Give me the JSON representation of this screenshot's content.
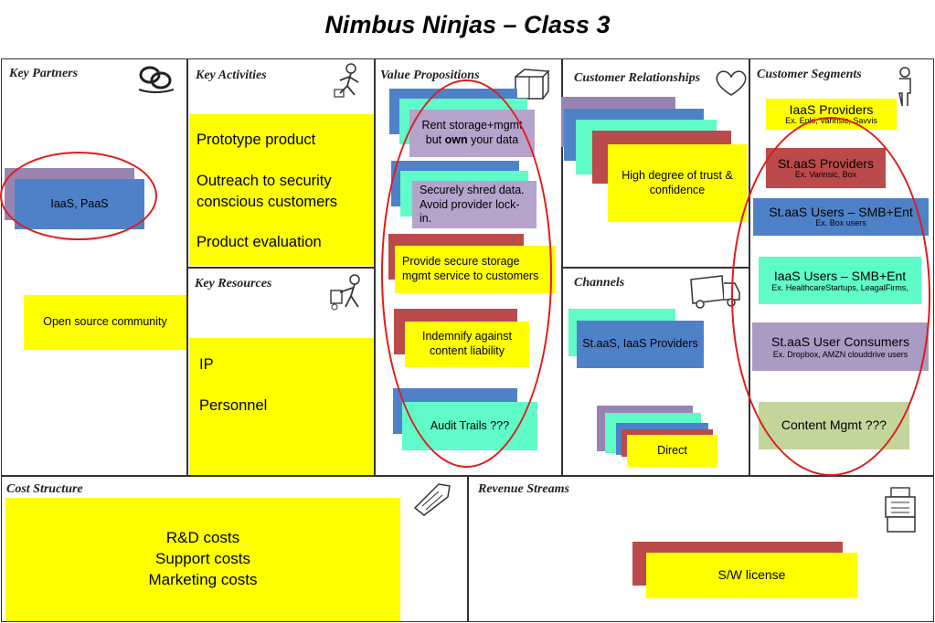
{
  "title": "Nimbus Ninjas – Class 3",
  "sections": {
    "key_partners": "Key Partners",
    "key_activities": "Key Activities",
    "key_resources": "Key Resources",
    "value_propositions": "Value Propositions",
    "customer_relationships": "Customer Relationships",
    "channels": "Channels",
    "customer_segments": "Customer Segments",
    "cost_structure": "Cost Structure",
    "revenue_streams": "Revenue Streams"
  },
  "icons": {
    "key_partners": "chain-links-icon",
    "key_activities": "worker-icon",
    "key_resources": "worker-with-cart-icon",
    "value_propositions": "gift-box-icon",
    "customer_relationships": "heart-icon",
    "channels": "delivery-truck-icon",
    "customer_segments": "person-icon",
    "cost_structure": "price-tag-icon",
    "revenue_streams": "cash-register-icon"
  },
  "key_partners": {
    "iaas_paas": "IaaS, PaaS",
    "open_source": "Open source community"
  },
  "key_activities": {
    "prototype": "Prototype product",
    "outreach": "Outreach to security conscious customers",
    "evaluation": "Product evaluation"
  },
  "key_resources": {
    "ip": "IP",
    "personnel": "Personnel"
  },
  "value_propositions": {
    "storage_prefix": "Rent storage+mgmt but ",
    "storage_bold": "own",
    "storage_suffix": " your data",
    "shred": "Securely shred data. Avoid provider lock-in.",
    "secure_storage": "Provide secure storage mgmt service to customers",
    "indemnify": "Indemnify against content liability",
    "audit": "Audit Trails ???"
  },
  "customer_relationships": {
    "trust": "High degree of trust & confidence"
  },
  "channels": {
    "providers": "St.aaS, IaaS Providers",
    "direct": "Direct"
  },
  "customer_segments": {
    "iaas_providers": "IaaS Providers",
    "iaas_providers_ex": "Ex. Enki, Varinsic, Savvis",
    "staas_providers": "St.aaS Providers",
    "staas_providers_ex": "Ex. Varinsic, Box",
    "staas_users": "St.aaS Users – SMB+Ent",
    "staas_users_ex": "Ex. Box users",
    "iaas_users": "IaaS Users – SMB+Ent",
    "iaas_users_ex": "Ex. HealthcareStartups, LeagalFirms,",
    "consumers": "St.aaS User Consumers",
    "consumers_ex": "Ex. Dropbox, AMZN clouddrive users",
    "content_mgmt": "Content Mgmt ???"
  },
  "cost_structure": {
    "costs": "R&D costs\nSupport costs\nMarketing costs"
  },
  "revenue_streams": {
    "license": "S/W license"
  },
  "colors": {
    "yellow": "#ffff00",
    "blue": "#4f81c8",
    "purple": "#9884b2",
    "teal": "#5ffbc8",
    "red": "#bb4a4a",
    "green": "#c2d69b",
    "highlight_oval": "#e01b1b"
  }
}
